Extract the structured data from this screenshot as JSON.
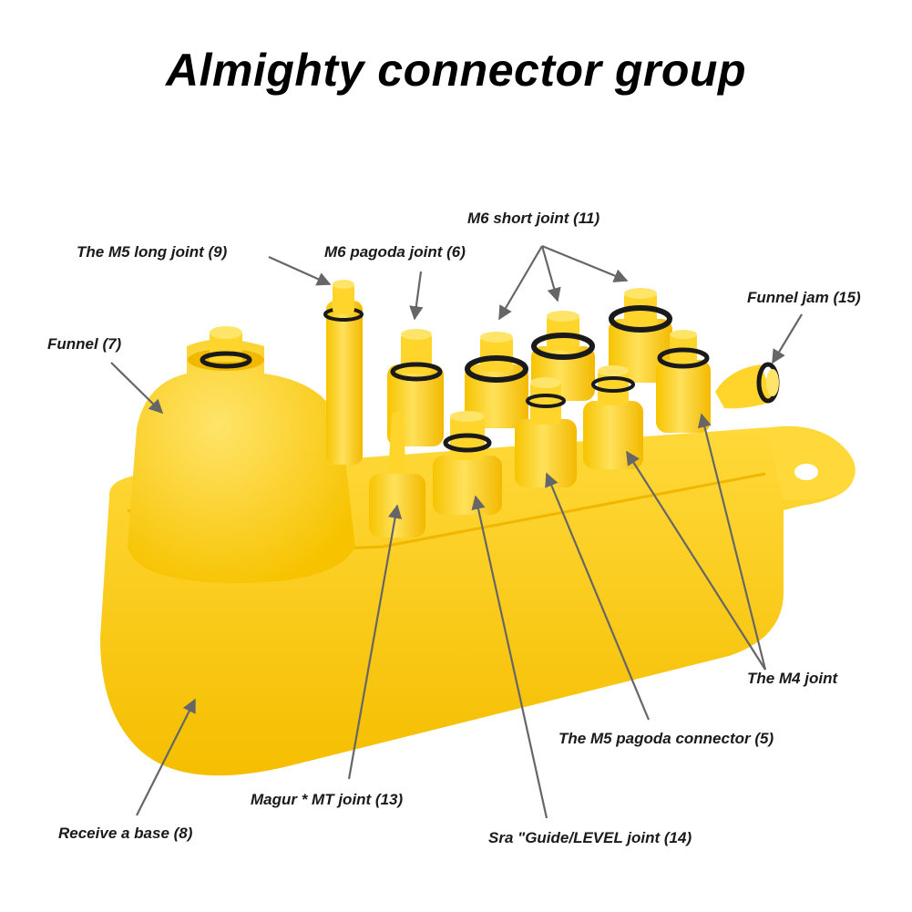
{
  "title": "Almighty connector group",
  "labels": {
    "m6_short": "M6 short joint (11)",
    "m5_long": "The M5 long joint (9)",
    "m6_pagoda": "M6 pagoda joint (6)",
    "funnel": "Funnel (7)",
    "funnel_jam": "Funnel jam (15)",
    "m4": "The M4 joint",
    "m5_pagoda": "The M5 pagoda connector (5)",
    "magur": "Magur * MT joint (13)",
    "base": "Receive a base (8)",
    "sra": "Sra \"Guide/LEVEL joint (14)"
  },
  "colors": {
    "body": "#FFD52B",
    "shade": "#F2B800",
    "highlight": "#FFE873",
    "ring": "#1a1a1a",
    "arrow": "#666666"
  }
}
